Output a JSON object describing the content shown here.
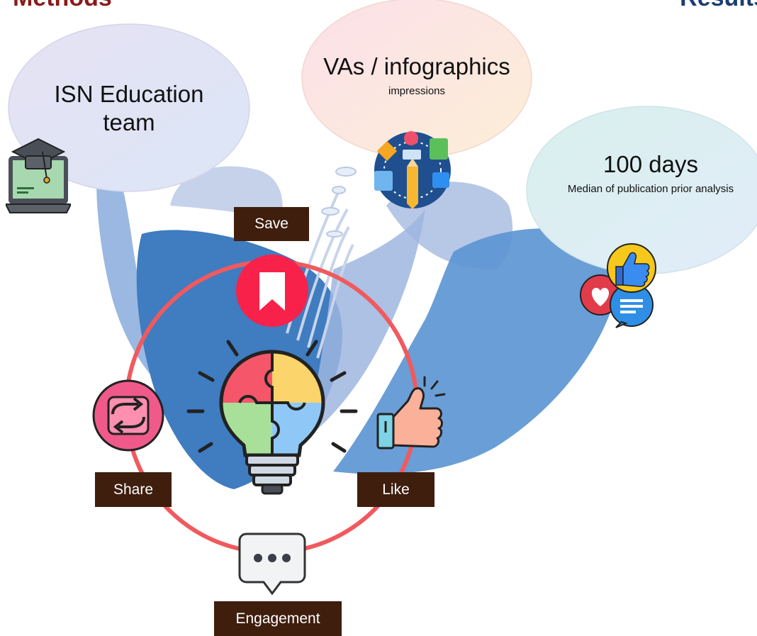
{
  "header": {
    "left": "Methods",
    "right": "Results"
  },
  "bubbles": {
    "education": {
      "title": "ISN Education team"
    },
    "vas": {
      "title": "VAs / infographics",
      "subtitle": "impressions"
    },
    "days": {
      "title": "100 days",
      "subtitle": "Median of publication prior analysis"
    }
  },
  "labels": {
    "save": "Save",
    "share": "Share",
    "like": "Like",
    "engagement": "Engagement"
  },
  "icons": [
    "graduation-laptop-icon",
    "infographic-icon",
    "social-reactions-icon",
    "bookmark-icon",
    "share-icon",
    "lightbulb-puzzle-icon",
    "thumbs-up-icon",
    "chat-bubble-icon"
  ],
  "colors": {
    "cycle": "#f05a5e",
    "label_bg": "#3f1e0e",
    "blue_dark": "#3f7cc0",
    "blue_light": "#a9bfe0"
  }
}
